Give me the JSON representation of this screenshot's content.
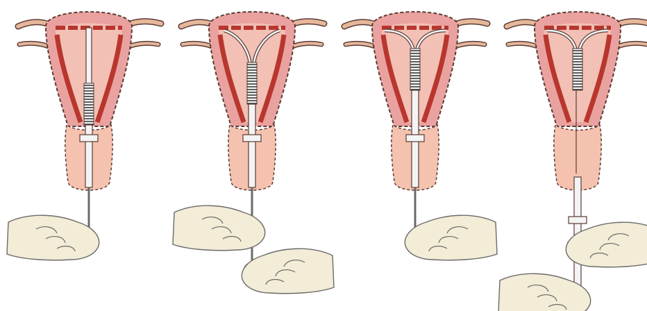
{
  "figure": {
    "panel_count": 4,
    "stages": [
      {
        "arms": "folded",
        "inserter": "full",
        "hand": "right"
      },
      {
        "arms": "opening",
        "inserter": "full",
        "hand": "both"
      },
      {
        "arms": "open",
        "inserter": "full",
        "hand": "left"
      },
      {
        "arms": "open",
        "inserter": "withdrawn",
        "hand": "both"
      }
    ]
  },
  "colors": {
    "uterus_fill": "#eaa2a0",
    "uterus_inner": "#f2c0b4",
    "muscle_band": "#b8362e",
    "cervix_fill": "#f4c2ae",
    "tube_fill": "#e6b79a",
    "outline": "#5a3b35",
    "device": "#f4f4f4",
    "hand_fill": "#f3ecd6",
    "hand_line": "#6a6a6a"
  }
}
